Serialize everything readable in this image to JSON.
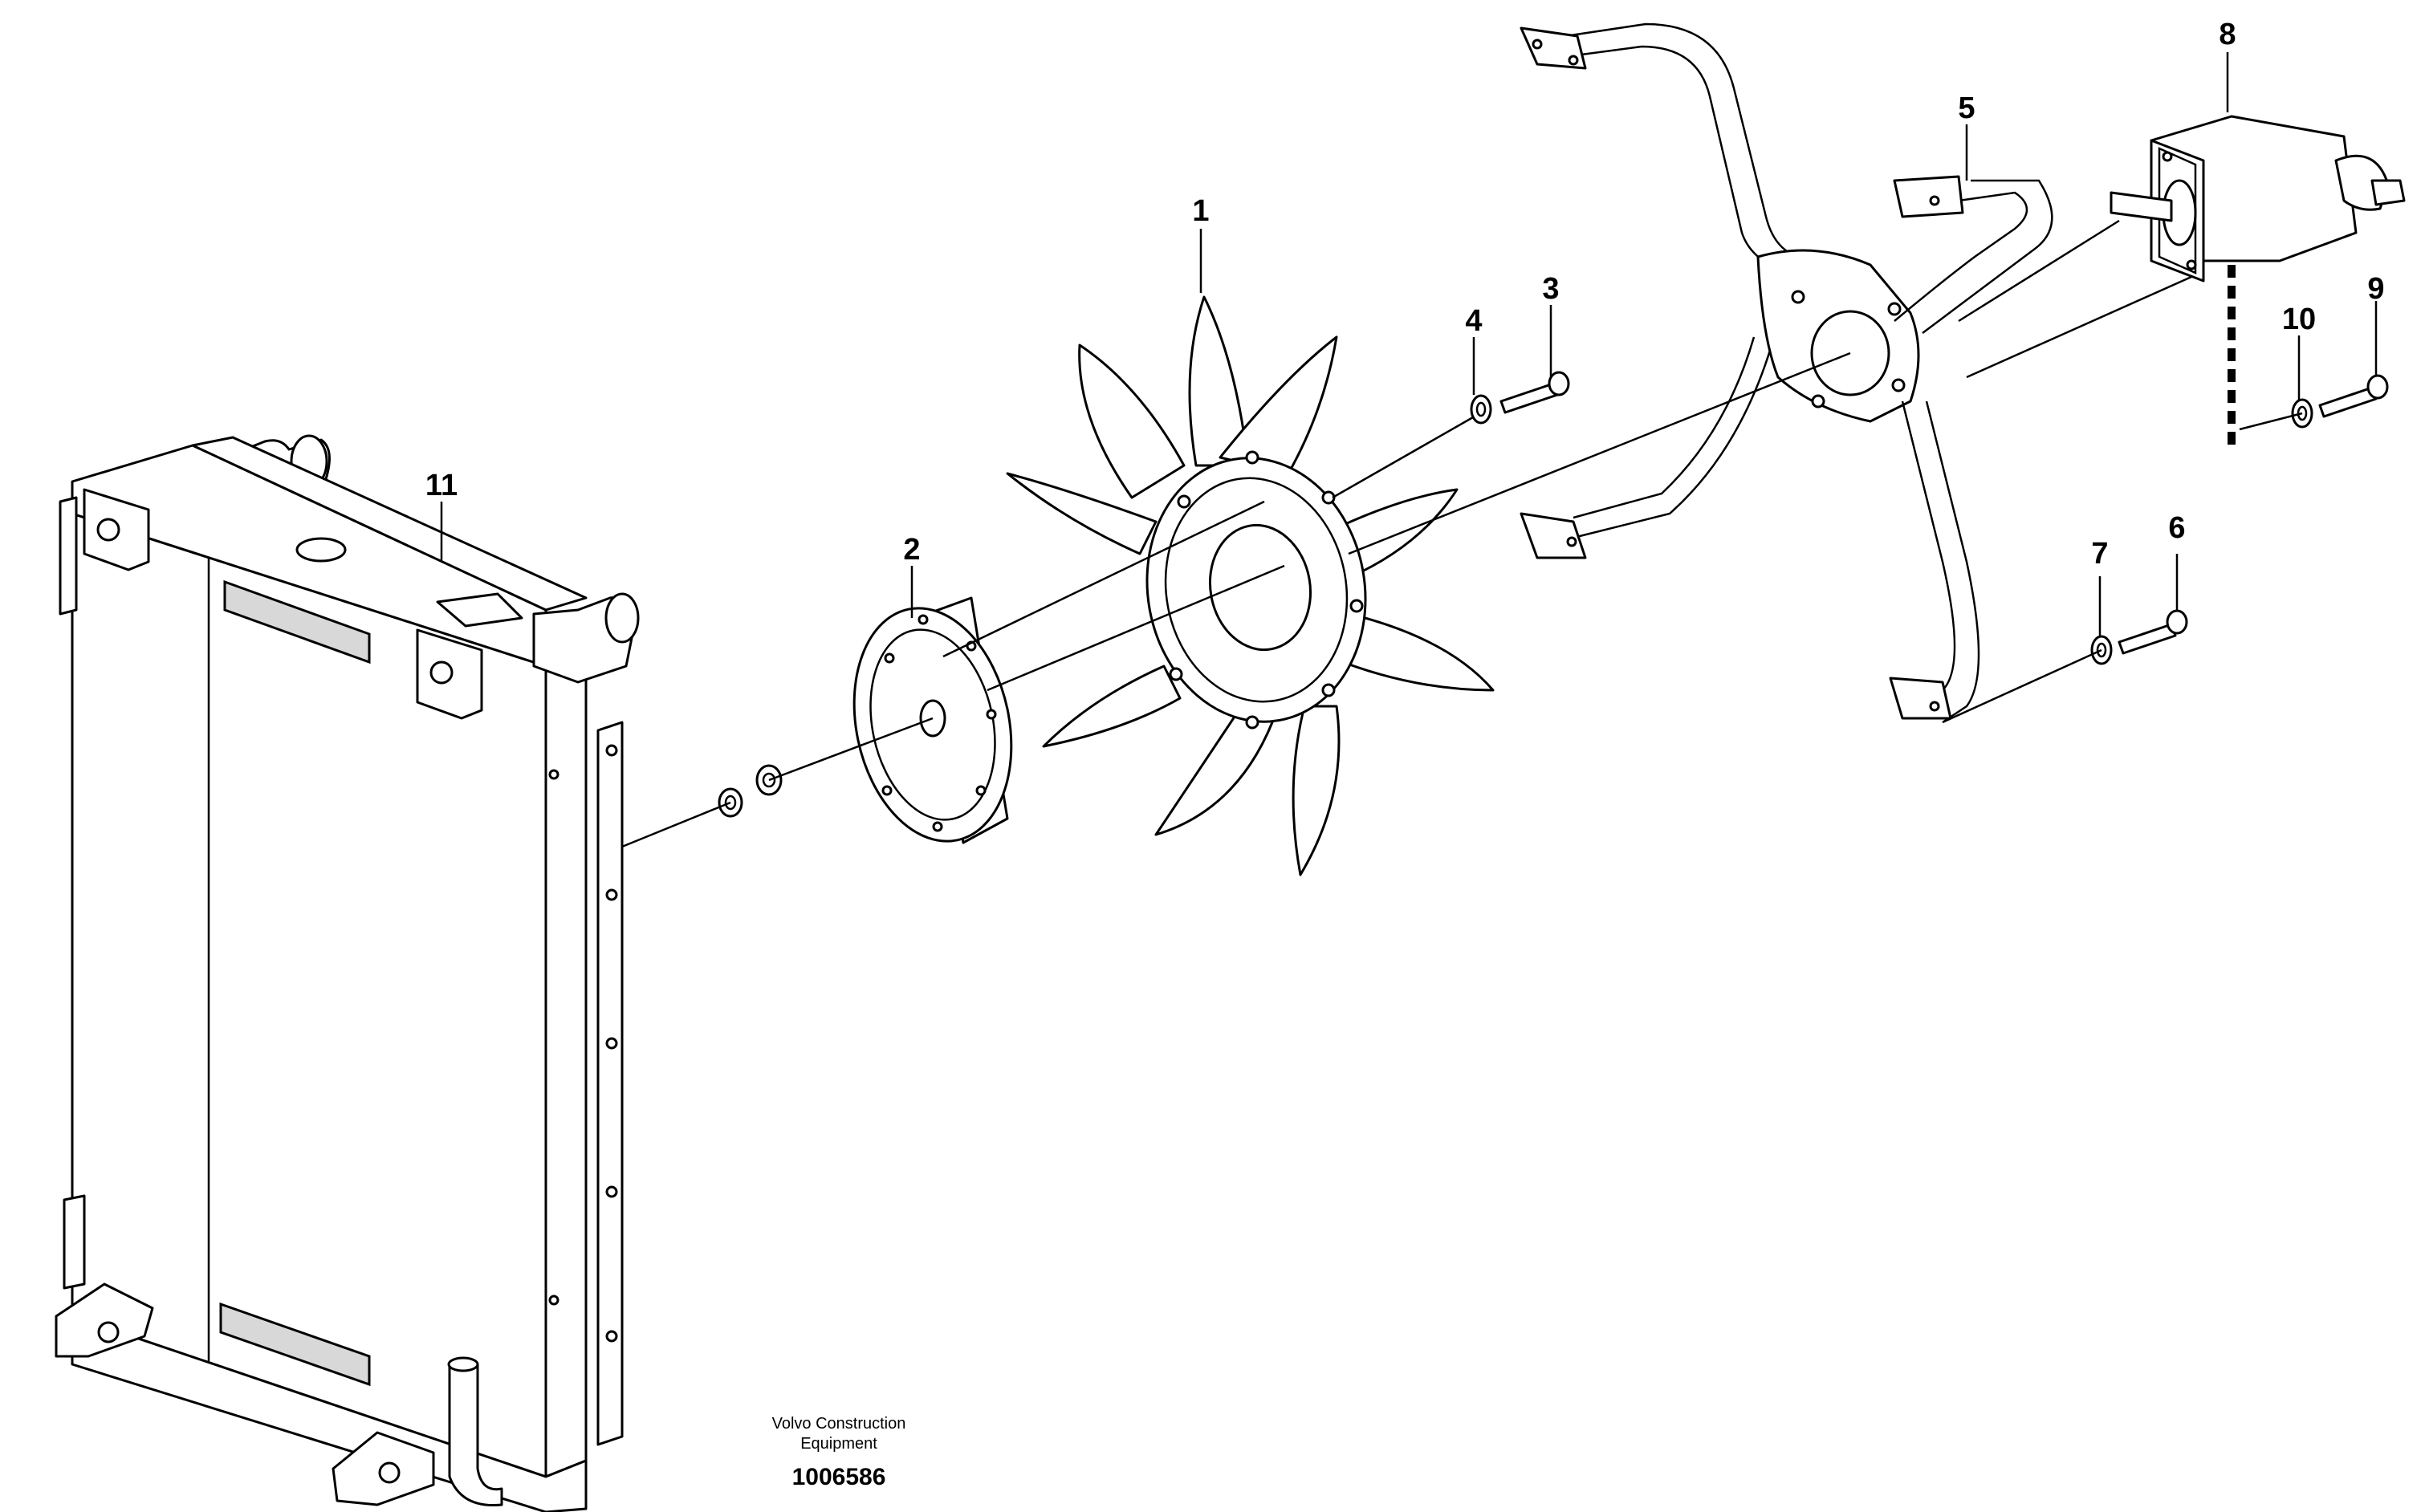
{
  "callouts": [
    {
      "id": "1",
      "label": "1"
    },
    {
      "id": "2",
      "label": "2"
    },
    {
      "id": "3",
      "label": "3"
    },
    {
      "id": "4",
      "label": "4"
    },
    {
      "id": "5",
      "label": "5"
    },
    {
      "id": "6",
      "label": "6"
    },
    {
      "id": "7",
      "label": "7"
    },
    {
      "id": "8",
      "label": "8"
    },
    {
      "id": "9",
      "label": "9"
    },
    {
      "id": "10",
      "label": "10"
    },
    {
      "id": "11",
      "label": "11"
    }
  ],
  "caption": {
    "line1": "Volvo Construction",
    "line2": "Equipment",
    "figure_number": "1006586"
  }
}
